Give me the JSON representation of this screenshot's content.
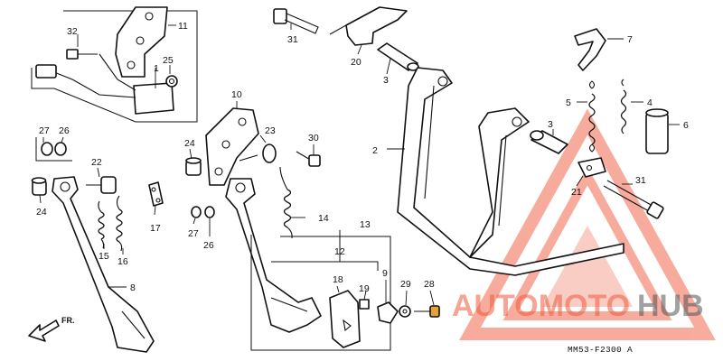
{
  "diagram": {
    "callouts": {
      "p1": "1",
      "p2": "2",
      "p3a": "3",
      "p3b": "3",
      "p4": "4",
      "p5": "5",
      "p6": "6",
      "p7": "7",
      "p8": "8",
      "p9": "9",
      "p10": "10",
      "p11": "11",
      "p12": "12",
      "p13": "13",
      "p14": "14",
      "p15": "15",
      "p16": "16",
      "p17": "17",
      "p18": "18",
      "p19": "19",
      "p20": "20",
      "p21": "21",
      "p22": "22",
      "p23": "23",
      "p24a": "24",
      "p24b": "24",
      "p25": "25",
      "p26a": "26",
      "p26b": "26",
      "p27a": "27",
      "p27b": "27",
      "p28": "28",
      "p29": "29",
      "p30": "30",
      "p31a": "31",
      "p31b": "31",
      "p32": "32"
    },
    "direction_label": "FR.",
    "drawing_code": "MM53-F2300 A"
  },
  "watermark": {
    "text_a": "AUTOMOTO",
    "text_b": "HUB",
    "color_accent": "#f05a3c",
    "color_dark": "#555555"
  }
}
